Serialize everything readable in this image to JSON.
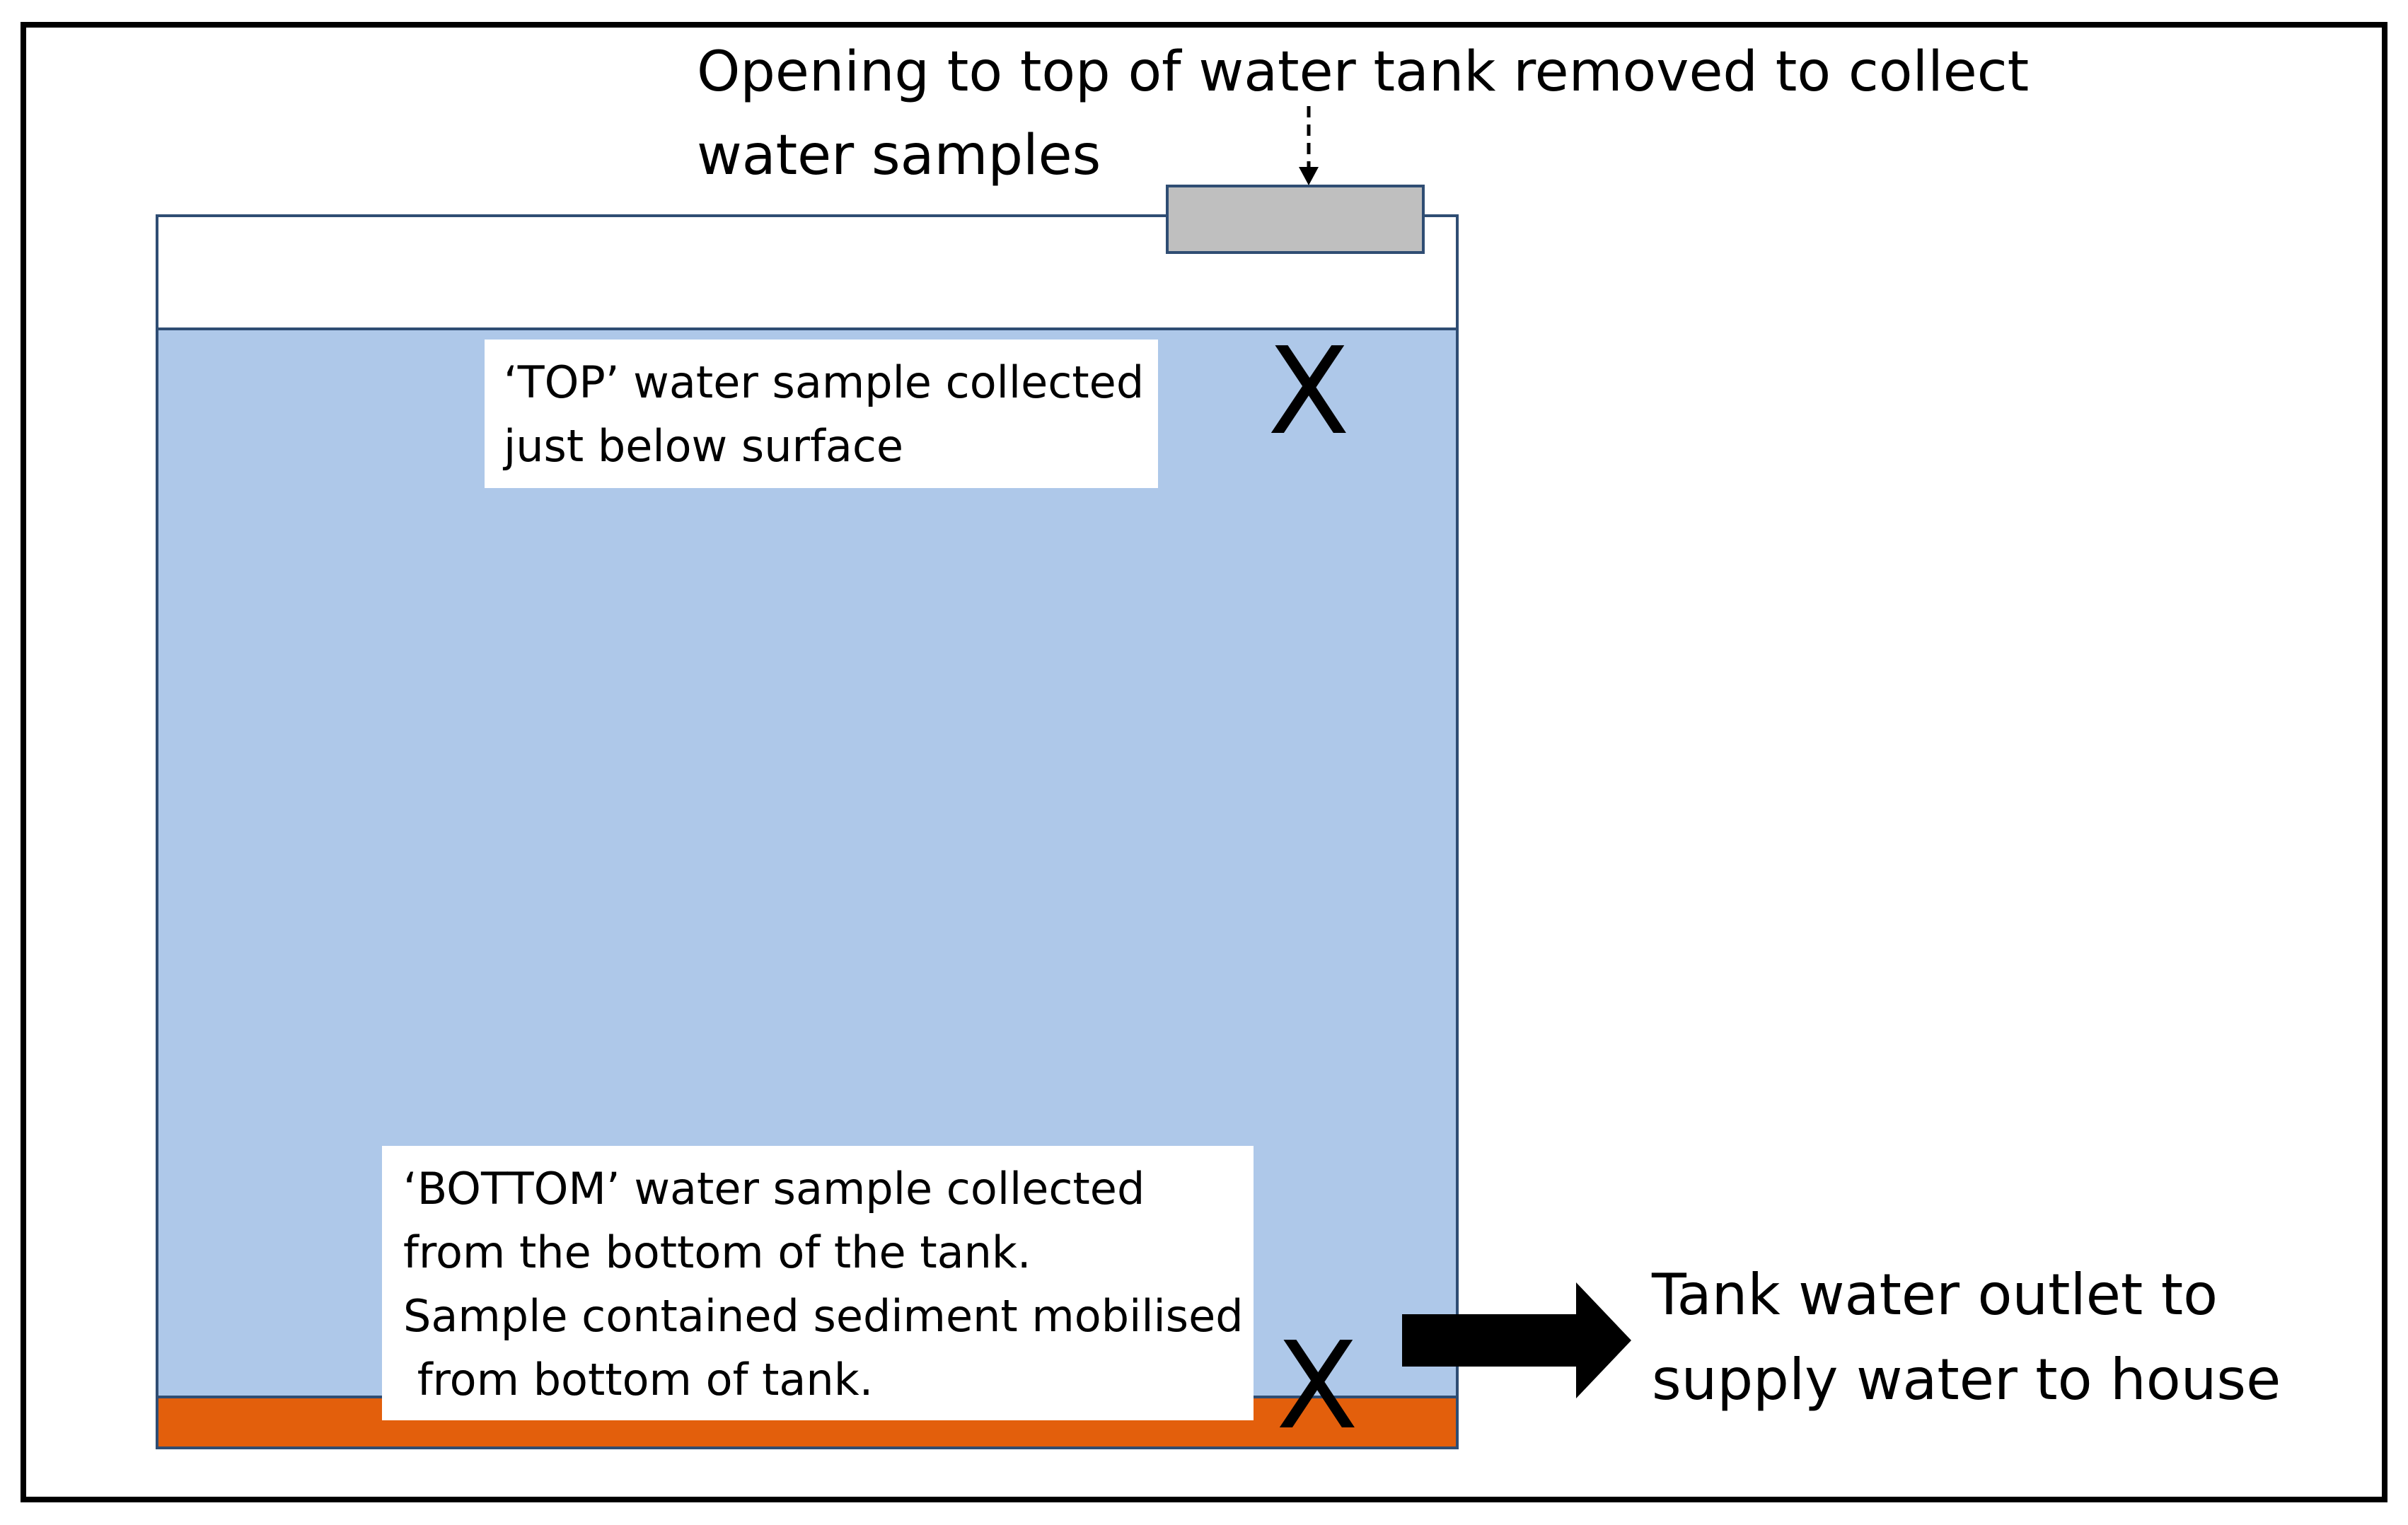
{
  "diagram": {
    "opening_label": {
      "line1": "Opening to top of water tank removed to collect",
      "line2": "water samples"
    },
    "top_sample_label": {
      "line1": "‘TOP’ water sample collected",
      "line2": "just below surface"
    },
    "bottom_sample_label": {
      "line1": "‘BOTTOM’ water sample collected",
      "line2": "from the bottom of the tank.",
      "line3": "Sample contained sediment mobilised",
      "line4": " from bottom of tank."
    },
    "outlet_label": {
      "line1": "Tank water outlet to",
      "line2": "supply water to house"
    },
    "top_marker": "X",
    "bottom_marker": "X"
  },
  "colors": {
    "water": "#AEC8E9",
    "sediment": "#E35F0C",
    "lid": "#BFBFBF",
    "tank_outline": "#2F4D73",
    "frame": "#000000",
    "callout_bg": "#FFFFFF",
    "arrow": "#000000"
  }
}
